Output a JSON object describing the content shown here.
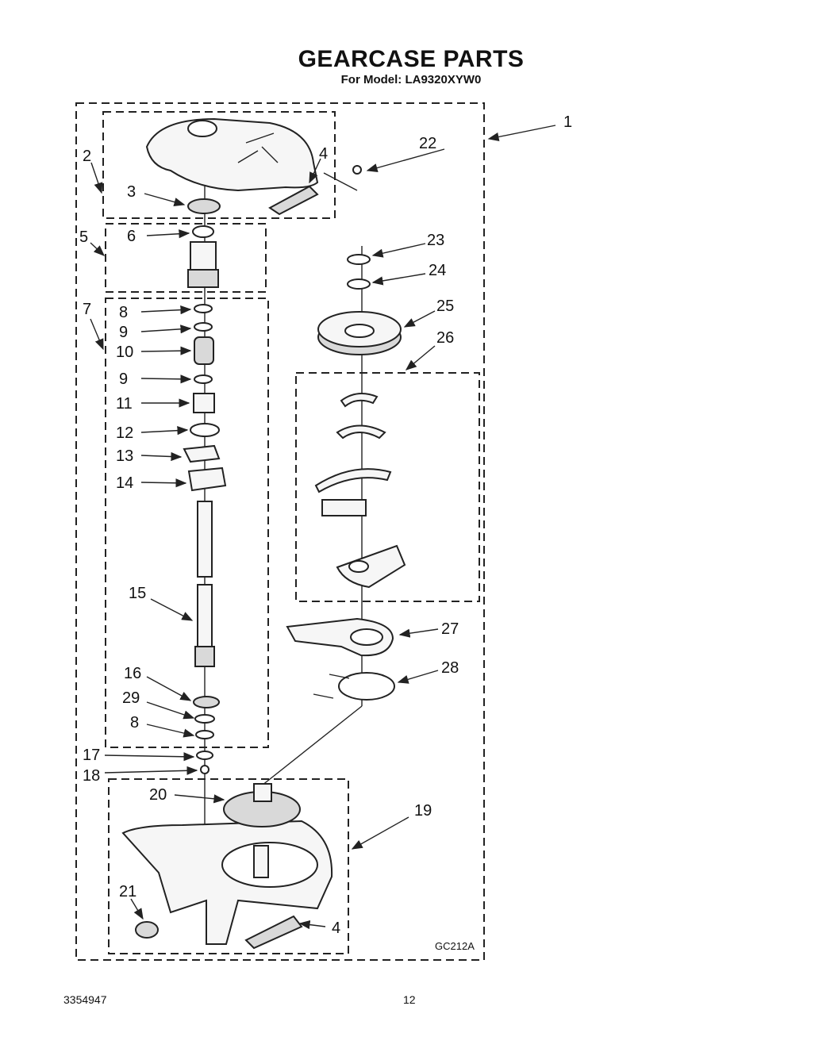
{
  "header": {
    "title": "GEARCASE PARTS",
    "subtitle": "For Model: LA9320XYW0"
  },
  "footer": {
    "doc_number": "3354947",
    "page_number": "12"
  },
  "diagram": {
    "drawing_code": "GC212A",
    "callouts": [
      "1",
      "2",
      "3",
      "4",
      "5",
      "6",
      "7",
      "8",
      "9",
      "10",
      "9",
      "11",
      "12",
      "13",
      "14",
      "15",
      "16",
      "29",
      "8",
      "17",
      "18",
      "20",
      "19",
      "21",
      "4",
      "22",
      "23",
      "24",
      "25",
      "26",
      "27",
      "28"
    ]
  }
}
